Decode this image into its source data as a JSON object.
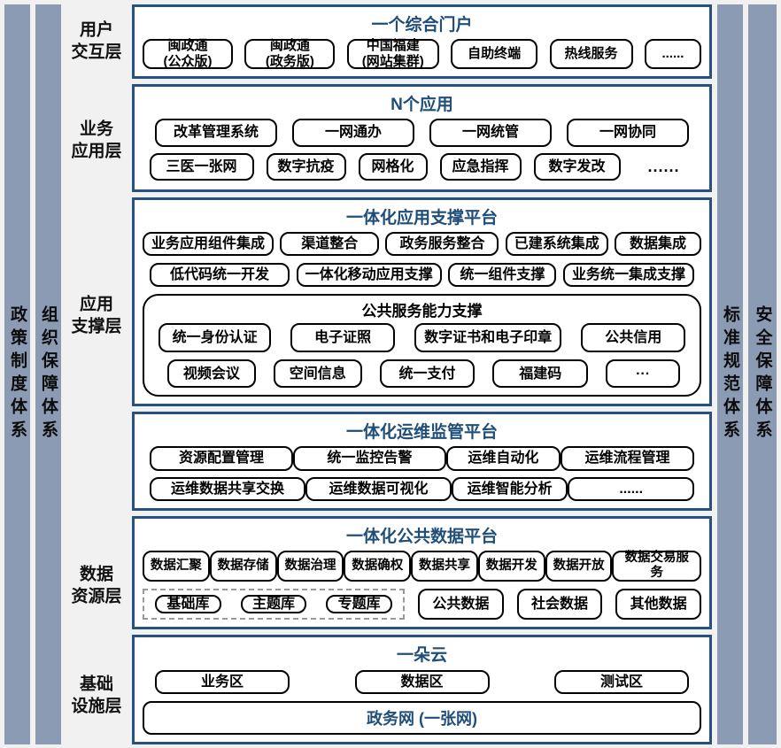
{
  "pillars": {
    "left": [
      {
        "label": "政策制度体系"
      },
      {
        "label": "组织保障体系"
      }
    ],
    "right": [
      {
        "label": "标准规范体系"
      },
      {
        "label": "安全保障体系"
      }
    ]
  },
  "layers": [
    {
      "label": "用户\n交互层"
    },
    {
      "label": "业务\n应用层"
    },
    {
      "label": "应用\n支撑层"
    },
    {
      "label": "数据\n资源层"
    },
    {
      "label": "基础\n设施层"
    }
  ],
  "sections": {
    "portal": {
      "title": "一个综合门户",
      "items": [
        "闽政通\n(公众版)",
        "闽政通\n(政务版)",
        "中国福建\n(网站集群)",
        "自助终端",
        "热线服务",
        "......"
      ]
    },
    "apps": {
      "title": "N个应用",
      "row1": [
        "改革管理系统",
        "一网通办",
        "一网统管",
        "一网协同"
      ],
      "row2": [
        "三医一张网",
        "数字抗疫",
        "网格化",
        "应急指挥",
        "数字发改"
      ],
      "ellipsis": "......"
    },
    "support": {
      "title": "一体化应用支撑平台",
      "row1": [
        "业务应用组件集成",
        "渠道整合",
        "政务服务整合",
        "已建系统集成",
        "数据集成"
      ],
      "row2": [
        "低代码统一开发",
        "一体化移动应用支撑",
        "统一组件支撑",
        "业务统一集成支撑"
      ],
      "common": {
        "title": "公共服务能力支撑",
        "row1": [
          "统一身份认证",
          "电子证照",
          "数字证书和电子印章",
          "公共信用"
        ],
        "row2": [
          "视频会议",
          "空间信息",
          "统一支付",
          "福建码",
          "···"
        ]
      }
    },
    "ops": {
      "title": "一体化运维监管平台",
      "row1": [
        "资源配置管理",
        "统一监控告警",
        "运维自动化",
        "运维流程管理"
      ],
      "row2": [
        "运维数据共享交换",
        "运维数据可视化",
        "运维智能分析",
        "......"
      ]
    },
    "data": {
      "title": "一体化公共数据平台",
      "row1": [
        "数据汇聚",
        "数据存储",
        "数据治理",
        "数据确权",
        "数据共享",
        "数据开发",
        "数据开放",
        "数据交易服务"
      ],
      "libraries": [
        "基础库",
        "主题库",
        "专题库"
      ],
      "row2": [
        "公共数据",
        "社会数据",
        "其他数据"
      ]
    },
    "infra": {
      "title": "一朵云",
      "zones": [
        "业务区",
        "数据区",
        "测试区"
      ],
      "network": "政务网 (一张网)"
    }
  },
  "colors": {
    "pillar": "#8b9bb4",
    "section_border": "#27517e",
    "title_blue": "#1f4e79"
  }
}
